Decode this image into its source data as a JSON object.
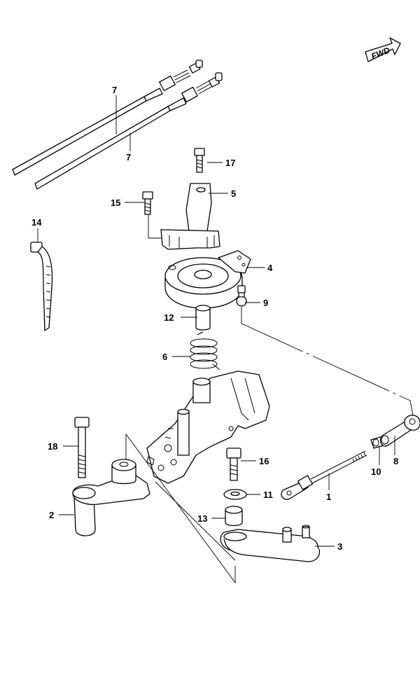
{
  "direction_badge": {
    "label": "FWD"
  },
  "callouts": [
    {
      "id": "7a",
      "number": "7"
    },
    {
      "id": "7b",
      "number": "7"
    },
    {
      "id": "17",
      "number": "17"
    },
    {
      "id": "5",
      "number": "5"
    },
    {
      "id": "15",
      "number": "15"
    },
    {
      "id": "14",
      "number": "14"
    },
    {
      "id": "4",
      "number": "4"
    },
    {
      "id": "9",
      "number": "9"
    },
    {
      "id": "12",
      "number": "12"
    },
    {
      "id": "6",
      "number": "6"
    },
    {
      "id": "18",
      "number": "18"
    },
    {
      "id": "8",
      "number": "8"
    },
    {
      "id": "10",
      "number": "10"
    },
    {
      "id": "16",
      "number": "16"
    },
    {
      "id": "1",
      "number": "1"
    },
    {
      "id": "2",
      "number": "2"
    },
    {
      "id": "11",
      "number": "11"
    },
    {
      "id": "13",
      "number": "13"
    },
    {
      "id": "3",
      "number": "3"
    }
  ]
}
